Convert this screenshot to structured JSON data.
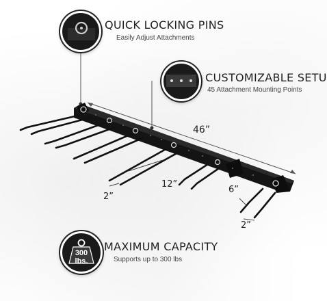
{
  "features": {
    "locking": {
      "title": "QUICK LOCKING PINS",
      "subtitle": "Easily Adjust Attachments"
    },
    "setup": {
      "title": "CUSTOMIZABLE SETUP",
      "subtitle": "45 Attachment Mounting Points"
    },
    "capacity": {
      "title": "MAXIMUM CAPACITY",
      "subtitle": "Supports up to 300 lbs",
      "weight_label": "300 lbs."
    }
  },
  "dimensions": {
    "length": "46”",
    "spacing_mid": "12”",
    "spacing_left": "2”",
    "hook_depth": "6”",
    "spacing_right": "2”"
  },
  "colors": {
    "rack": "#111111",
    "text": "#1e1e1e",
    "circle": "#1a1a1a"
  }
}
